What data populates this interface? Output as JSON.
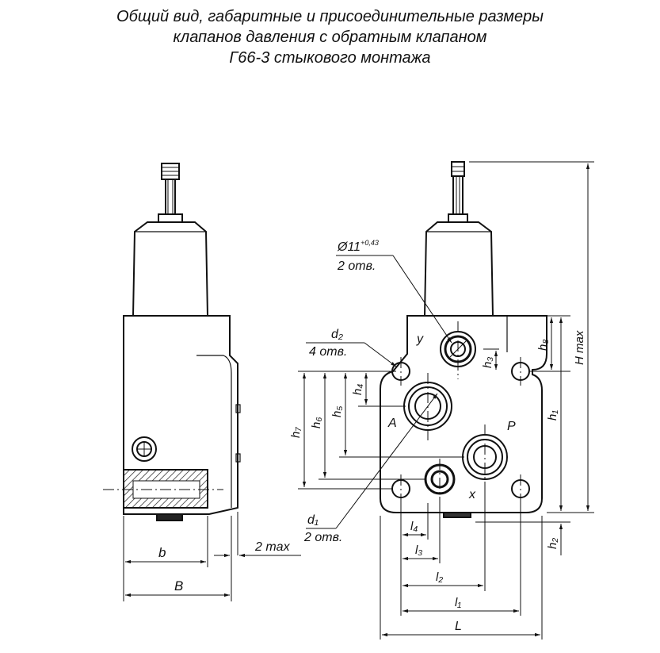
{
  "title": {
    "line1": "Общий вид, габаритные и присоединительные размеры",
    "line2": "клапанов давления с обратным клапаном",
    "line3": "Г66-3 стыкового монтажа"
  },
  "side_view": {
    "dim_b": "b",
    "dim_B": "B",
    "dim_2max": "2 max"
  },
  "front_view": {
    "hole_d11": "Ø11",
    "hole_d11_tol": "+0,43",
    "hole_d11_count": "2 отв.",
    "d2": "d₂",
    "d2_count": "4 отв.",
    "d1": "d₁",
    "d1_count": "2 отв.",
    "port_y": "y",
    "port_A": "A",
    "port_P": "P",
    "port_x": "x",
    "h1": "h₁",
    "h2": "h₂",
    "h3": "h₃",
    "h4": "h₄",
    "h5": "h₅",
    "h6": "h₆",
    "h7": "h₇",
    "h8": "h₈",
    "H_max": "H max",
    "l1": "l₁",
    "l2": "l₂",
    "l3": "l₃",
    "l4": "l₄",
    "L": "L"
  }
}
